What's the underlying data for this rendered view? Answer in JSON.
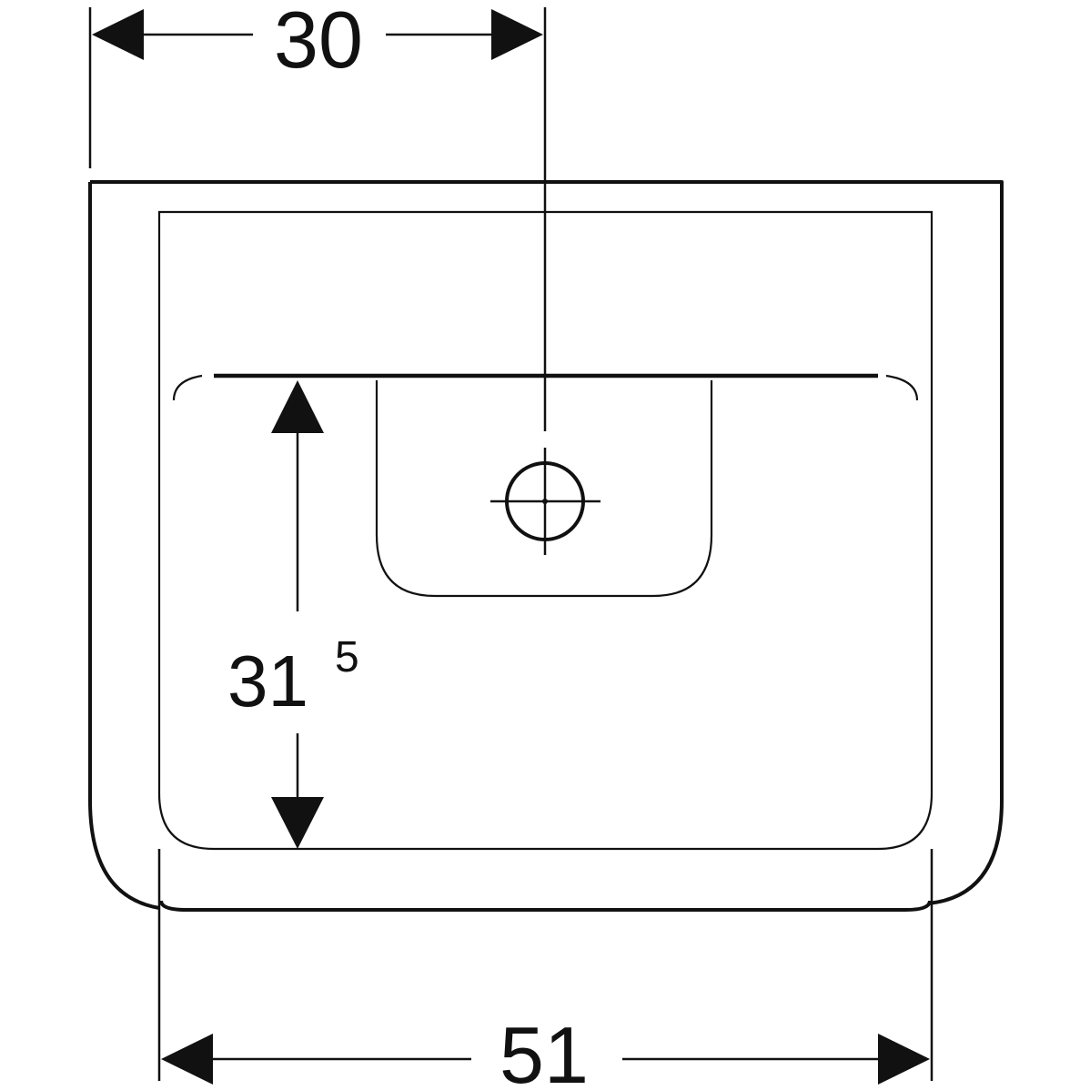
{
  "dimensions": {
    "tap_hole_offset": "30",
    "bowl_depth_main": "31",
    "bowl_depth_sup": "5",
    "width": "51"
  },
  "colors": {
    "ink": "#111111",
    "background": "#ffffff"
  }
}
